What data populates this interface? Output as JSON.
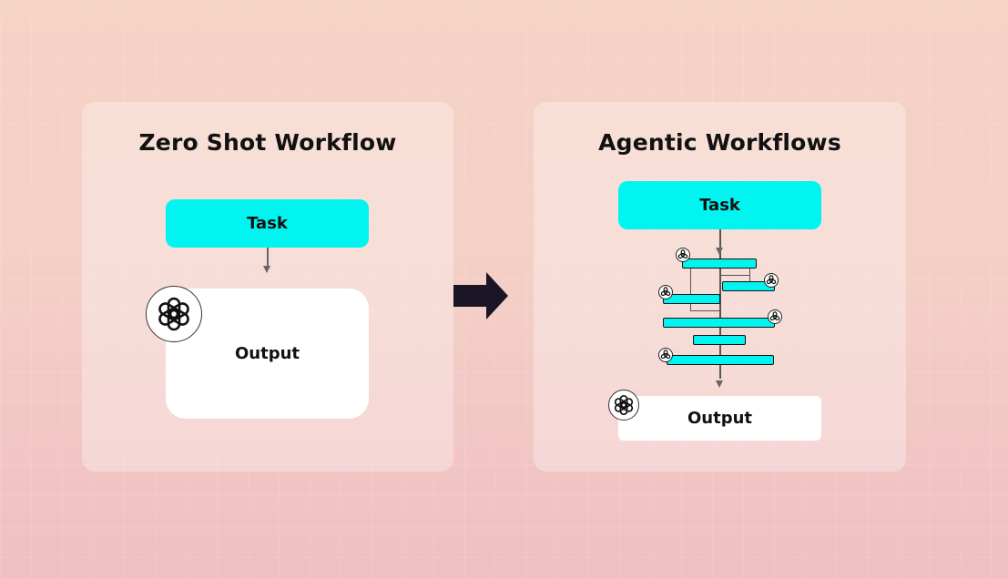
{
  "left": {
    "title": "Zero Shot Workflow",
    "task_label": "Task",
    "output_label": "Output",
    "logo_icon": "openai-logo-icon"
  },
  "right": {
    "title": "Agentic Workflows",
    "task_label": "Task",
    "output_label": "Output",
    "logo_icon": "openai-logo-icon"
  },
  "transition_icon": "right-arrow-icon",
  "colors": {
    "task_fill": "#00f5f1",
    "output_fill": "#ffffff",
    "arrow": "#1a1626",
    "background_top": "#f5d3c5",
    "background_bottom": "#efbfc3"
  }
}
